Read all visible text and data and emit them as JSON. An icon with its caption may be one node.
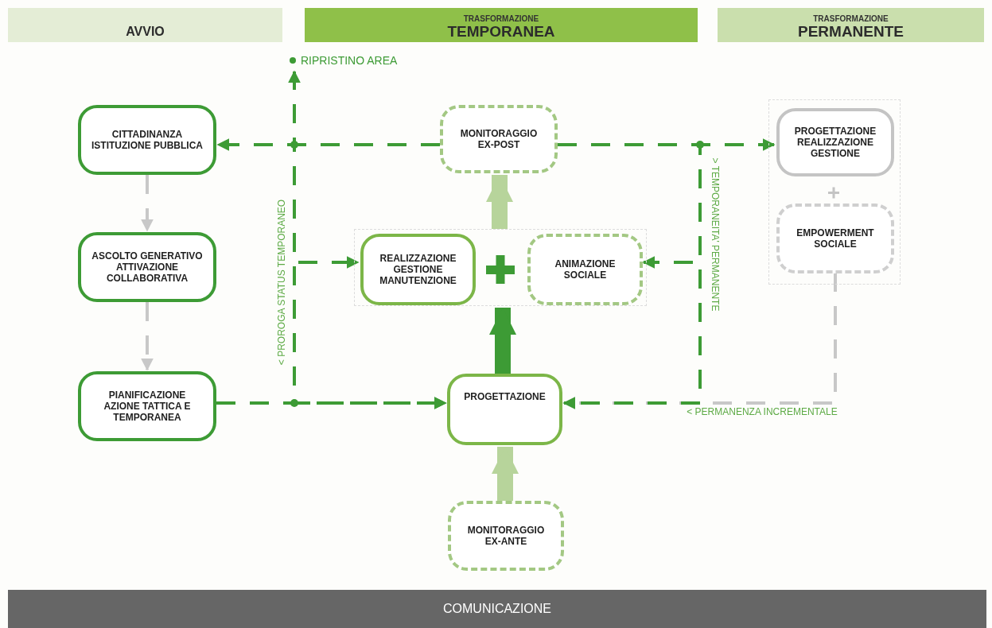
{
  "diagram": {
    "nodes": [
      {
        "text": [
          "AVVIO"
        ]
      },
      {
        "text": [
          "TRASFORMAZIONE",
          "TEMPORANEA"
        ]
      },
      {
        "text": [
          "TRASFORMAZIONE",
          "PERMANENTE"
        ]
      },
      {
        "text": [
          "RIPRISTINO AREA"
        ]
      },
      {
        "text": [
          "CITTADINANZA ISTITUZIONE PUBBLICA"
        ]
      },
      {
        "text": [
          "MONITORAGGIO EX-POST"
        ]
      },
      {
        "text": [],
        "shape": "box"
      },
      {
        "text": [
          "PROGETTAZIONE REALIZZAZIONE GESTIONE"
        ],
        "in": 6
      },
      {
        "text": [
          "EMPOWERMENT SOCIALE"
        ],
        "in": 6
      },
      {
        "text": [
          "ASCOLTO GENERATIVO ATTIVAZIONE COLLABORATIVA"
        ]
      },
      {
        "text": [],
        "shape": "box"
      },
      {
        "text": [
          "REALIZZAZIONE GESTIONE MANUTENZIONE"
        ],
        "in": 10
      },
      {
        "text": [
          "ANIMAZIONE SOCIALE"
        ],
        "in": 10
      },
      {
        "text": [
          "PIANIFICAZIONE AZIONE TATTICA E TEMPORANEA"
        ]
      },
      {
        "text": [
          "PROGETTAZIONE"
        ]
      },
      {
        "text": [
          "MONITORAGGIO EX-ANTE"
        ]
      },
      {
        "text": [
          "COMUNICAZIONE"
        ]
      }
    ],
    "edges": [
      {
        "from": 4,
        "to": 9,
        "arrow": "to",
        "style": "dashed",
        "color": "#c8c8c8"
      },
      {
        "from": 9,
        "to": 13,
        "arrow": "to",
        "style": "dashed",
        "color": "#c8c8c8"
      },
      {
        "from": 13,
        "to": 14,
        "arrow": "to",
        "style": "dashed"
      },
      {
        "from": 15,
        "to": 14,
        "arrow": "to",
        "style": "thick",
        "color": "#b7d49b"
      },
      {
        "from": 14,
        "to": 10,
        "arrow": "to",
        "style": "thick"
      },
      {
        "from": 10,
        "to": 5,
        "arrow": "to",
        "style": "thick",
        "color": "#b7d49b"
      },
      {
        "from": 5,
        "to": 4,
        "arrow": "to",
        "style": "dashed"
      },
      {
        "from": 5,
        "to": 7,
        "arrow": "to",
        "style": "dashed"
      },
      {
        "from": 5,
        "to": 3,
        "arrow": "to",
        "style": "dashed"
      },
      {
        "from": 5,
        "to": 11,
        "arrow": "to",
        "style": "dashed",
        "label": "< PROROGA STATUS TEMPORANEO"
      },
      {
        "from": 5,
        "to": 14,
        "arrow": "to",
        "style": "dashed"
      },
      {
        "from": 5,
        "to": 12,
        "arrow": "to",
        "style": "dashed",
        "label": "> TEMPORANEITA' PERMANENTE"
      },
      {
        "from": 5,
        "to": 14,
        "arrow": "to",
        "style": "dashed"
      },
      {
        "from": 8,
        "to": 14,
        "arrow": "to",
        "style": "dashed",
        "color": "#c8c8c8",
        "label": "< PERMANENZA INCREMENTALE"
      }
    ]
  }
}
